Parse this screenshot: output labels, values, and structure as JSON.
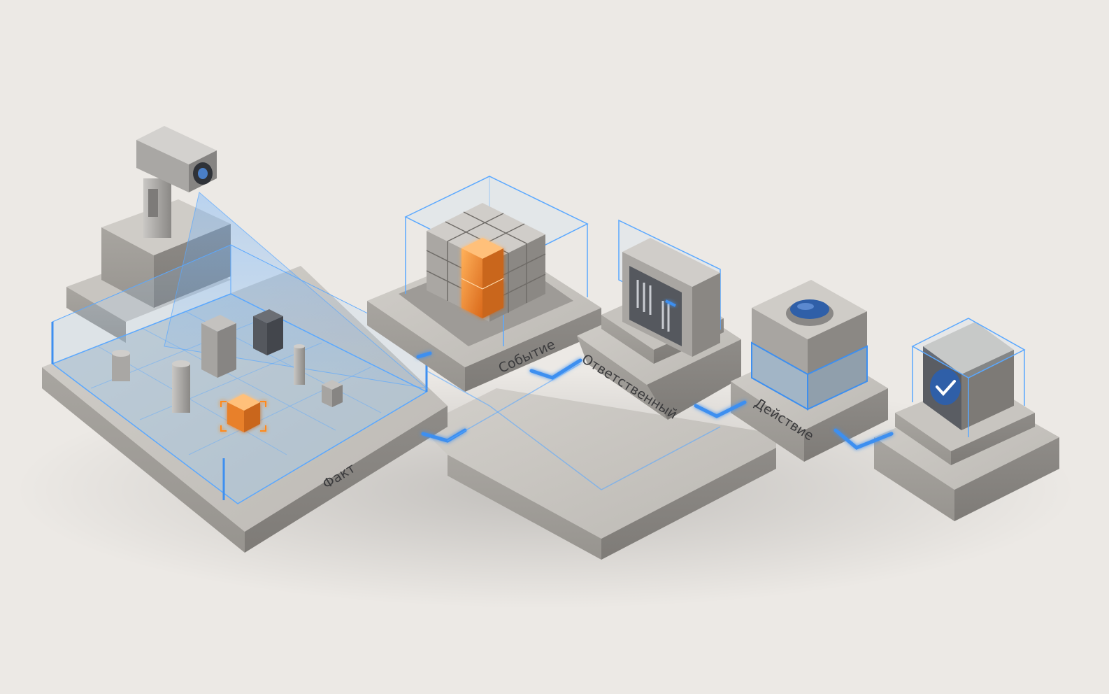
{
  "diagram": {
    "stages": [
      {
        "id": "fact",
        "label": "Факт",
        "icon": "surveillance-camera-icon"
      },
      {
        "id": "event",
        "label": "Событие",
        "icon": "cube-grid-icon"
      },
      {
        "id": "responsible",
        "label": "Ответственный",
        "icon": "server-cabinet-icon"
      },
      {
        "id": "action",
        "label": "Действие",
        "icon": "push-button-icon"
      },
      {
        "id": "result",
        "label": "",
        "icon": "checkmark-icon"
      }
    ],
    "colors": {
      "background": "#ece9e5",
      "concrete": "#b9b6b1",
      "accent_blue": "#3d8ff0",
      "accent_orange": "#f08a2a",
      "check_badge": "#2f5fa8"
    }
  }
}
